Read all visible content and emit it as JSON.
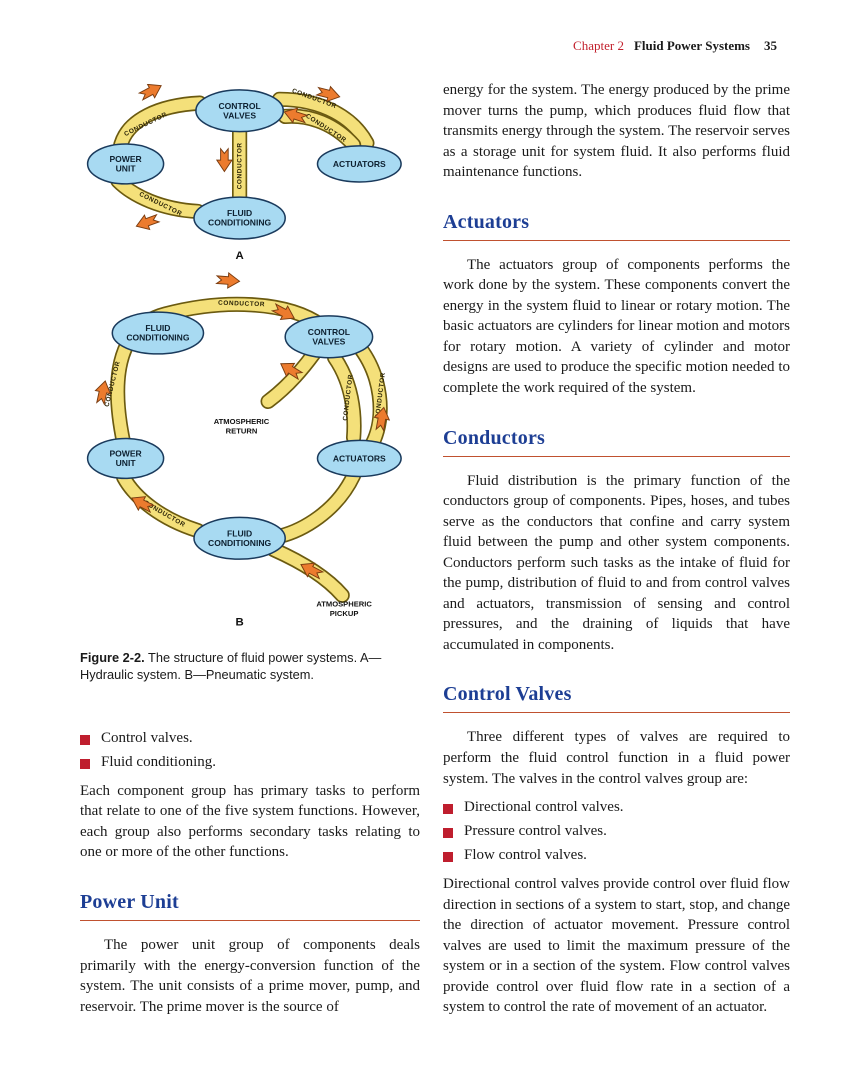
{
  "header": {
    "chapter": "Chapter 2",
    "title": "Fluid Power Systems",
    "page_number": "35"
  },
  "figure": {
    "conductor_label": "CONDUCTOR",
    "caption": {
      "bold": "Figure 2-2.",
      "text": "The structure of fluid power systems. A—Hydraulic system. B—Pneumatic system."
    },
    "a": {
      "label": "A",
      "control_valves": [
        "CONTROL",
        "VALVES"
      ],
      "power_unit": [
        "POWER",
        "UNIT"
      ],
      "actuators": "ACTUATORS",
      "fluid_conditioning": [
        "FLUID",
        "CONDITIONING"
      ]
    },
    "b": {
      "label": "B",
      "fluid_conditioning_top": [
        "FLUID",
        "CONDITIONING"
      ],
      "control_valves": [
        "CONTROL",
        "VALVES"
      ],
      "power_unit": [
        "POWER",
        "UNIT"
      ],
      "actuators": "ACTUATORS",
      "fluid_conditioning_bottom": [
        "FLUID",
        "CONDITIONING"
      ],
      "atmospheric_return": [
        "ATMOSPHERIC",
        "RETURN"
      ],
      "atmospheric_pickup": [
        "ATMOSPHERIC",
        "PICKUP"
      ]
    },
    "colors": {
      "node_fill": "#a8daf2",
      "band_fill": "#f4e07a",
      "arrow_fill": "#ec7b2e",
      "heading_blue": "#1d3e94",
      "accent_red": "#bf1e2e",
      "rule_red": "#c0512f"
    }
  },
  "left": {
    "bullets": [
      "Control valves.",
      "Fluid conditioning."
    ],
    "para_groups": "Each component group has primary tasks to perform that relate to one of the five system functions. However, each group also performs secondary tasks relating to one or more of the other functions.",
    "heading_power_unit": "Power Unit",
    "para_power_unit": "The power unit group of components deals primarily with the energy-conversion function of the system. The unit consists of a prime mover, pump, and reservoir. The prime mover is the source of"
  },
  "right": {
    "para_energy": "energy for the system. The energy produced by the prime mover turns the pump, which produces fluid flow that transmits energy through the system. The reservoir serves as a storage unit for system fluid. It also performs fluid maintenance functions.",
    "heading_actuators": "Actuators",
    "para_actuators": "The actuators group of components performs the work done by the system. These components convert the energy in the system fluid to linear or rotary motion. The basic actuators are cylinders for linear motion and motors for rotary motion. A variety of cylinder and motor designs are used to produce the specific motion needed to complete the work required of the system.",
    "heading_conductors": "Conductors",
    "para_conductors": "Fluid distribution is the primary function of the conductors group of components. Pipes, hoses, and tubes serve as the conductors that confine and carry system fluid between the pump and other system components. Conductors perform such tasks as the intake of fluid for the pump, distribution of fluid to and from control valves and actuators, transmission of sensing and control pressures, and the draining of liquids that have accumulated in components.",
    "heading_control_valves": "Control Valves",
    "para_valves_intro": "Three different types of valves are required to perform the fluid control function in a fluid power system. The valves in the control valves group are:",
    "valve_bullets": [
      "Directional control valves.",
      "Pressure control valves.",
      "Flow control valves."
    ],
    "para_valves_detail": "Directional control valves provide control over fluid flow direction in sections of a system to start, stop, and change the direction of actuator movement. Pressure control valves are used to limit the maximum pressure of the system or in a section of the system. Flow control valves provide control over fluid flow rate in a section of a system to control the rate of movement of an actuator."
  }
}
